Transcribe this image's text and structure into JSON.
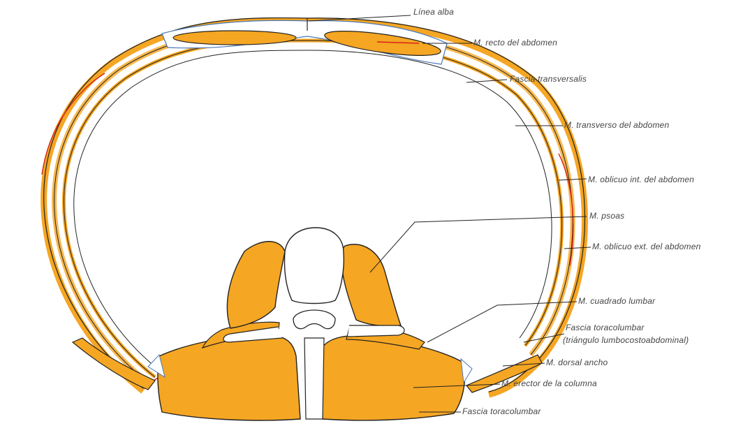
{
  "figure": {
    "colors": {
      "muscle": "#f5a623",
      "muscle_light": "#f8b84e",
      "outline": "#222222",
      "fascia_blue": "#4a78b8",
      "accent_red": "#d8231b"
    },
    "labels": {
      "linea_alba": "Línea alba",
      "recto": "M. recto del abdomen",
      "fascia_transversalis": "Fascia transversalis",
      "transverso": "M. transverso del abdomen",
      "oblicuo_int": "M. oblicuo int. del abdomen",
      "psoas": "M. psoas",
      "oblicuo_ext": "M. oblicuo ext. del abdomen",
      "cuadrado_lumbar": "M. cuadrado lumbar",
      "fascia_toraco_tri_1": "Fascia toracolumbar",
      "fascia_toraco_tri_2": "(triángulo lumbocostoabdominal)",
      "dorsal_ancho": "M. dorsal ancho",
      "erector": "M. erector de la columna",
      "fascia_toraco": "Fascia toracolumbar"
    }
  }
}
